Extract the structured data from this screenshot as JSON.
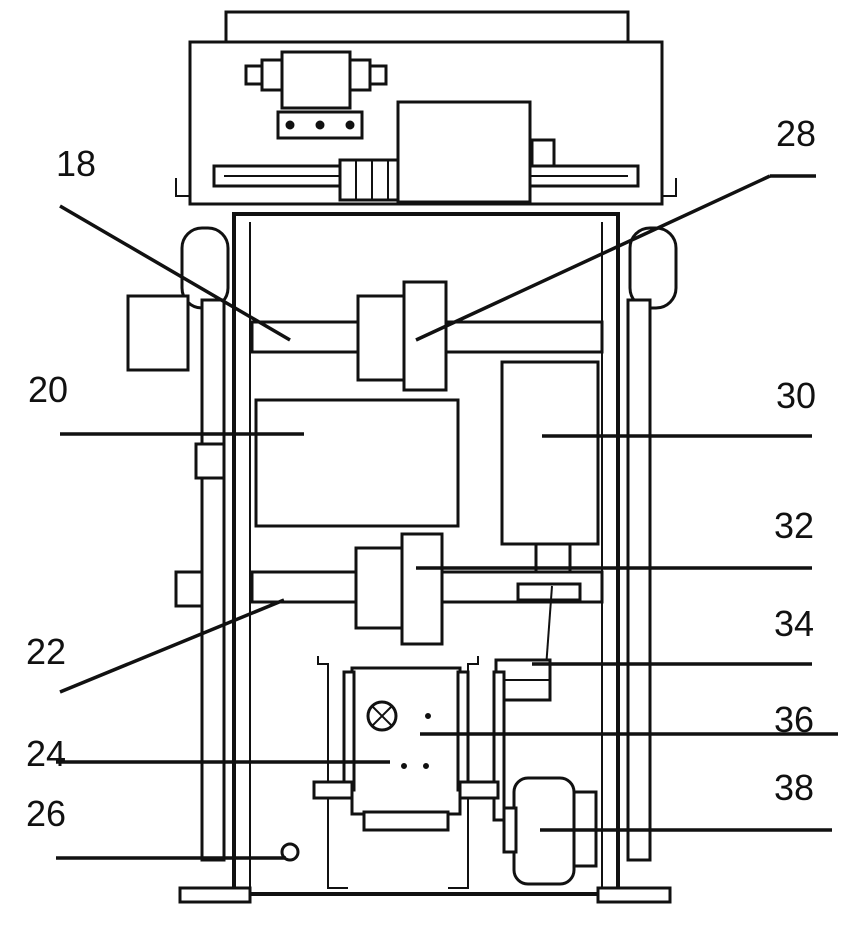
{
  "labels": {
    "l18": "18",
    "l20": "20",
    "l22": "22",
    "l24": "24",
    "l26": "26",
    "l28": "28",
    "l30": "30",
    "l32": "32",
    "l34": "34",
    "l36": "36",
    "l38": "38"
  }
}
